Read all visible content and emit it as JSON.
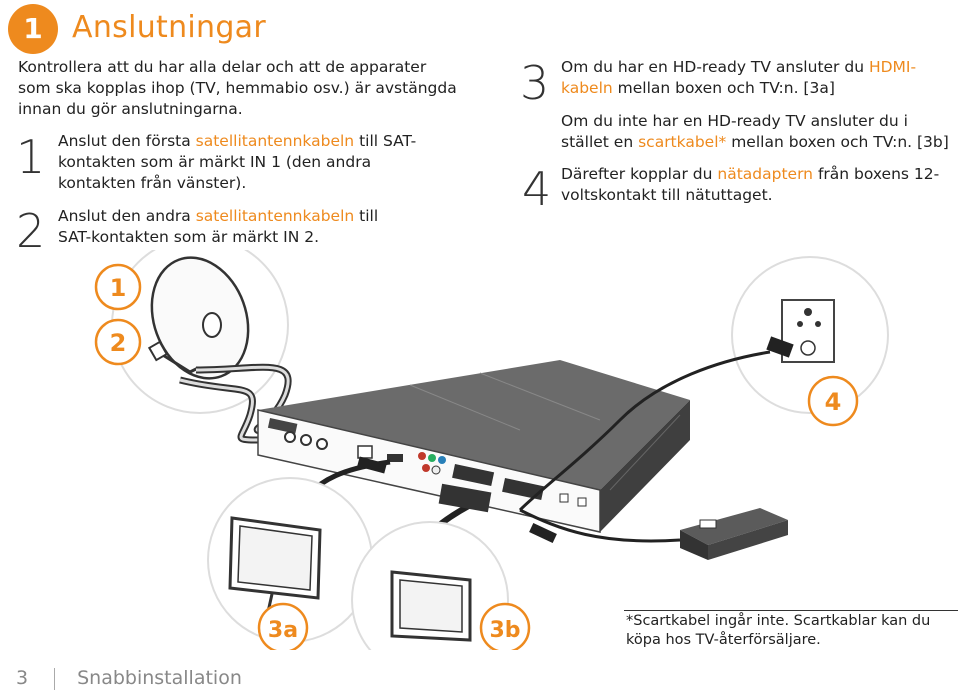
{
  "header": {
    "step_badge": "1",
    "title": "Anslutningar"
  },
  "intro": "Kontrollera att du har alla delar och att de apparater som ska kopplas ihop (TV, hemmabio osv.) är avstängda innan du gör anslutningarna.",
  "steps_left": [
    {
      "number": "1",
      "pre": "Anslut den första ",
      "highlight": "satellitantennkabeln",
      "post": " till SAT-kontakten som är märkt IN 1 (den andra kontakten från vänster)."
    },
    {
      "number": "2",
      "pre": "Anslut den andra ",
      "highlight": "satellitantennkabeln",
      "post": " till SAT-kontakten som är märkt IN 2."
    }
  ],
  "step3": {
    "number": "3",
    "a_pre": "Om du har en HD-ready TV ansluter du ",
    "a_highlight": "HDMI-kabeln",
    "a_post": " mellan boxen och TV:n. [3a]",
    "b_pre": "Om du inte har en HD-ready TV ansluter du i stället en ",
    "b_highlight": "scartkabel*",
    "b_post": " mellan boxen och TV:n. [3b]"
  },
  "step4": {
    "number": "4",
    "pre": "Därefter kopplar du ",
    "highlight": "nätadaptern",
    "post": " från boxens 12-voltskontakt till nätuttaget."
  },
  "illustration_labels": {
    "c1": "1",
    "c2": "2",
    "c3a": "3a",
    "c3b": "3b",
    "c4": "4"
  },
  "footnote": "*Scartkabel ingår inte. Scartkablar kan du köpa hos TV-återförsäljare.",
  "footer": {
    "page_number": "3",
    "section": "Snabbinstallation"
  },
  "colors": {
    "accent": "#ee8a1e",
    "text": "#222222",
    "box": "#5a5a5a"
  }
}
